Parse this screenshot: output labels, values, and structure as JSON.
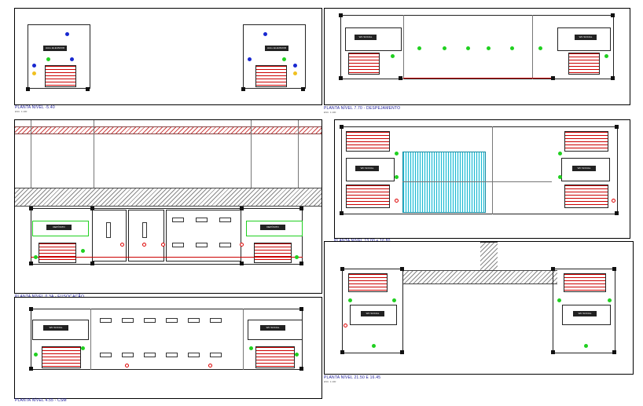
{
  "drawing": {
    "captions": {
      "p1": "PLANTA NÍVEL -5.40",
      "p2": "PLANTA NÍVEL 7.70 - DESPEJAMENTO",
      "p3": "PLANTA NÍVEL 0.3A - EUSOCAÇÃO",
      "p4": "PLANTA NÍVEL 13.00 e 16.80",
      "p5": "PLANTA NÍVEL 4.55 - CSM",
      "p6": "PLANTA NÍVEL 21.50 E 16.45"
    },
    "scale_note": "ESC. 1:100",
    "room_labels": {
      "hall": "HALL ELEVADOR",
      "wc": "WC SOCIAL",
      "dep": "DEPÓSITO"
    },
    "colors": {
      "line": "#222222",
      "red": "#cc0000",
      "green": "#20d020",
      "blue": "#1828d0",
      "cyan": "#20b8d0",
      "caption": "#1a1a9a"
    }
  }
}
